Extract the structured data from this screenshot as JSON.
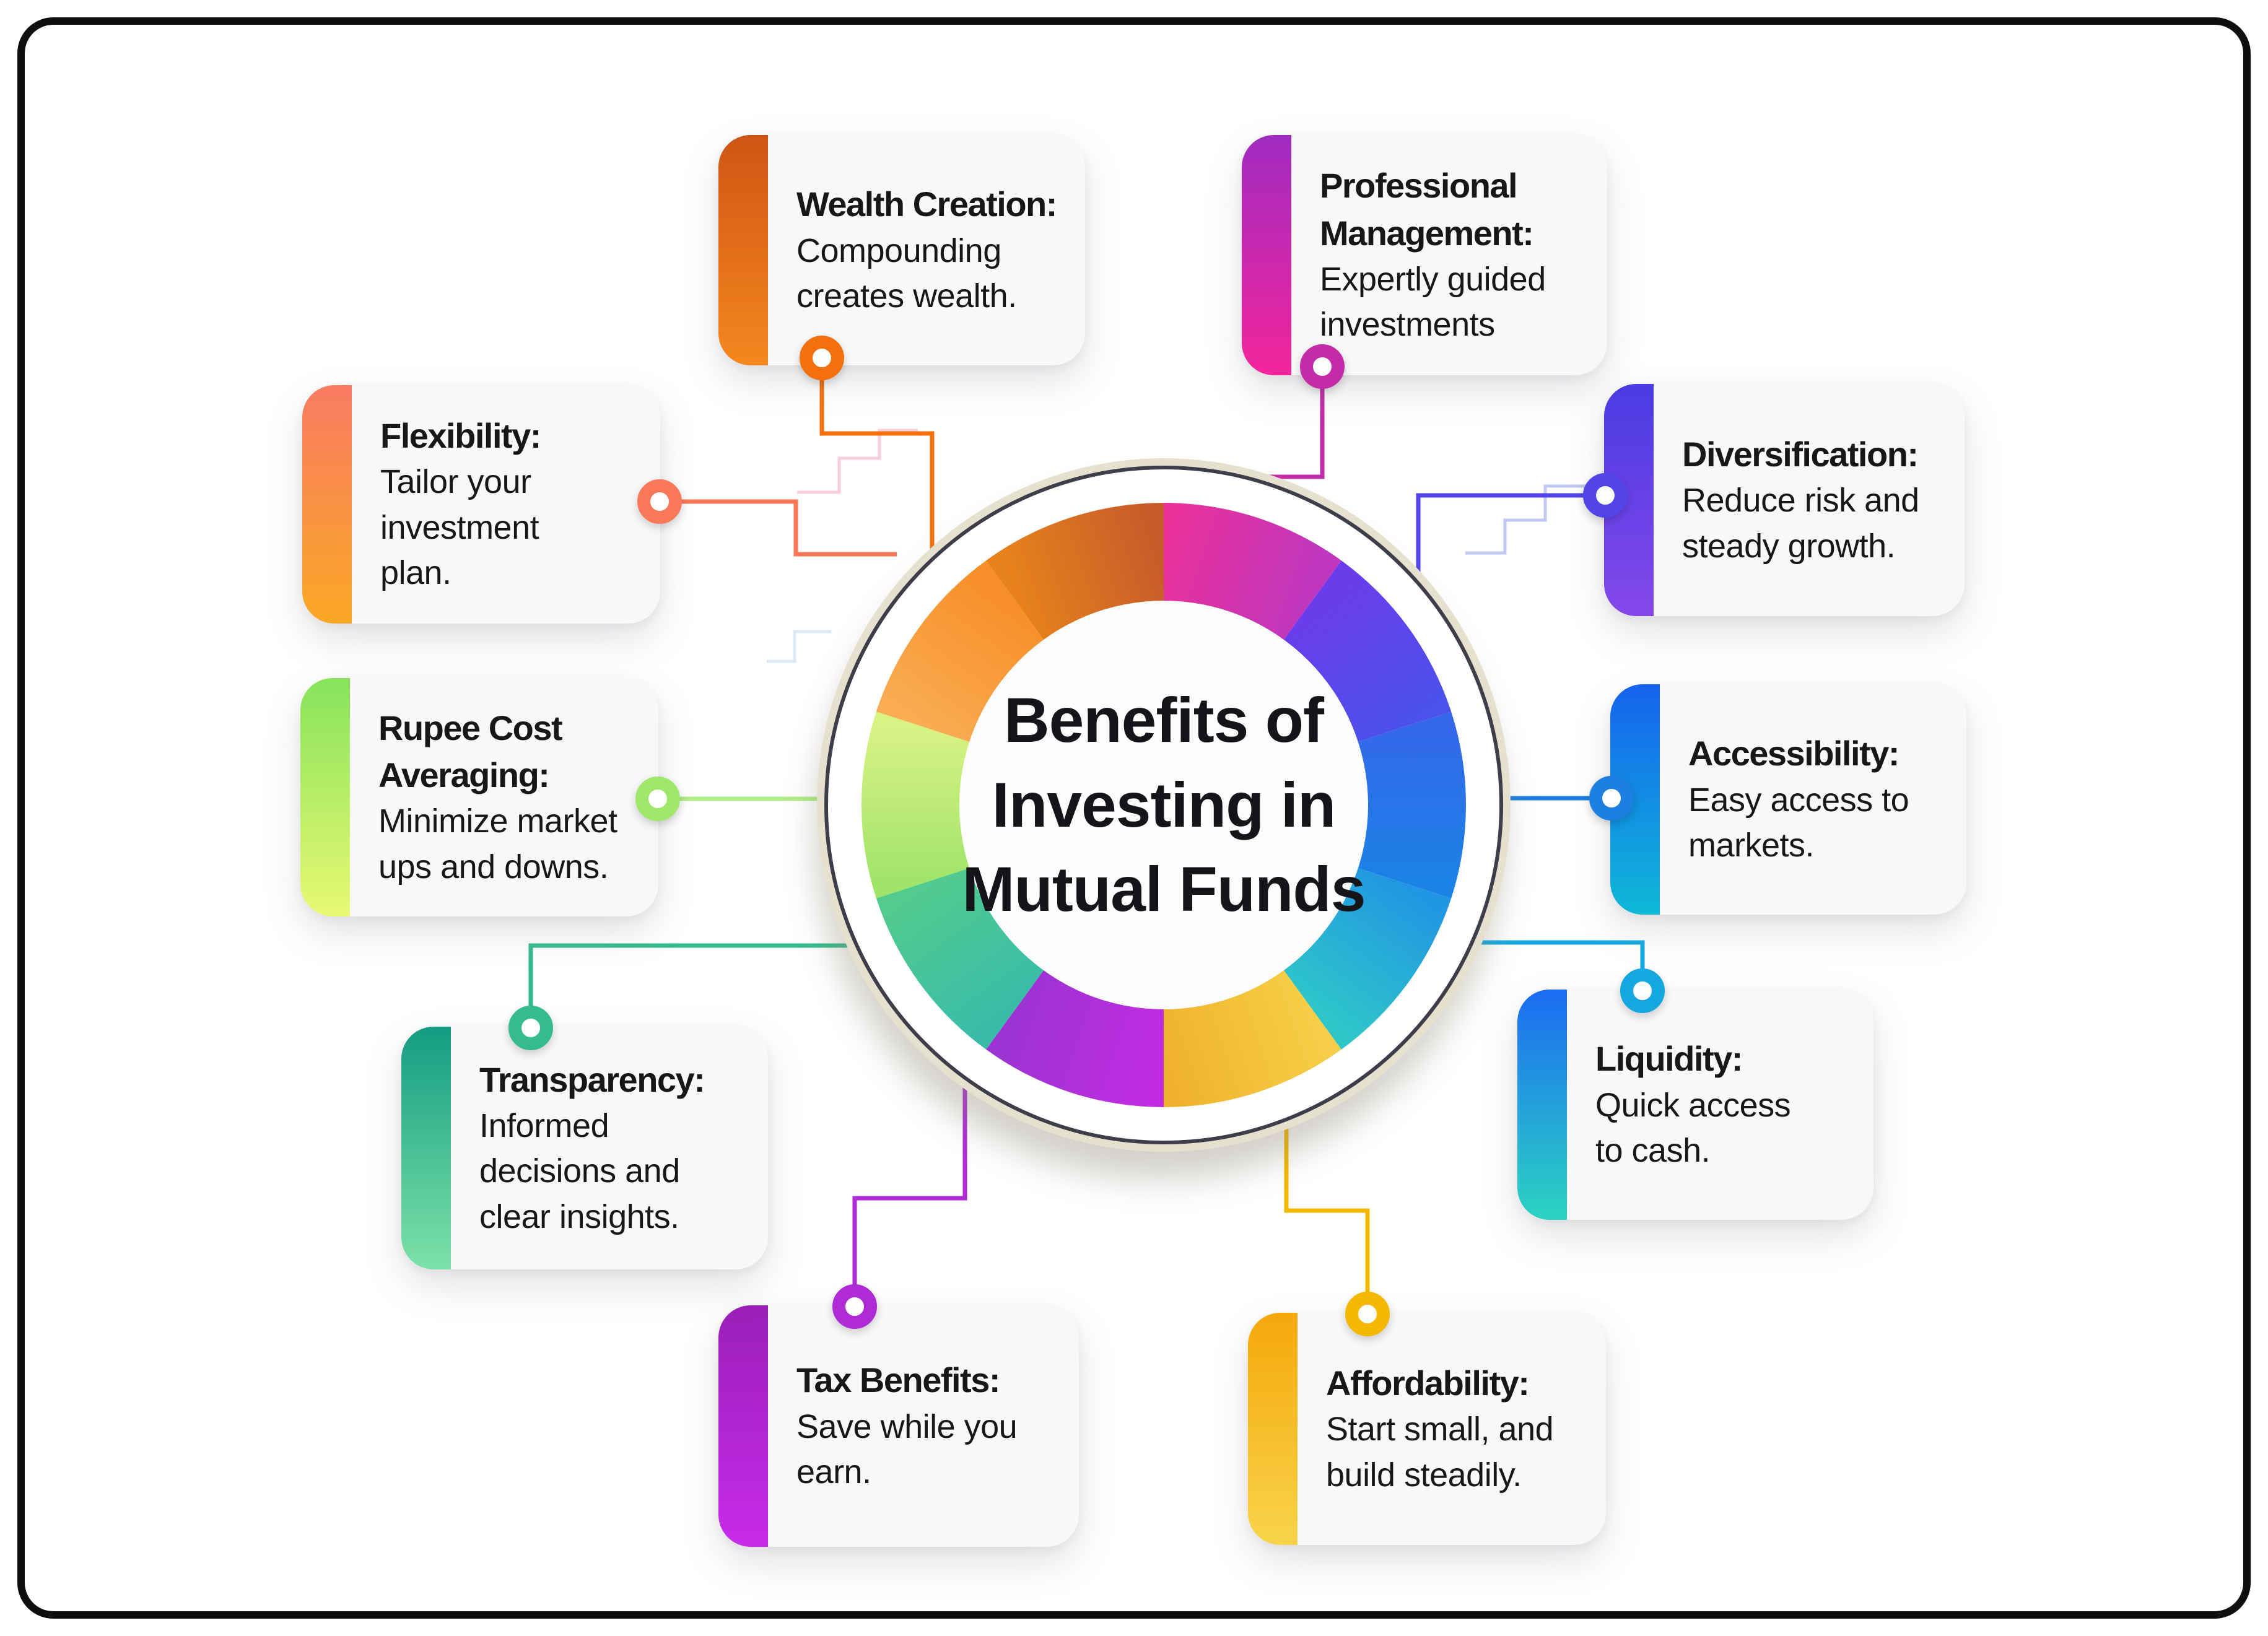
{
  "frame": {
    "border_color": "#0e0e0e"
  },
  "center": {
    "title": "Benefits of Investing in Mutual Funds",
    "lines": [
      "Benefits of",
      "Investing in",
      "Mutual Funds"
    ]
  },
  "cards": [
    {
      "id": "wealth-creation",
      "title": "Wealth Creation:",
      "body": "Compounding\ncreates wealth.",
      "bar_from": "#CE5514",
      "bar_to": "#F5871E",
      "accent": "#F3700C"
    },
    {
      "id": "professional-management",
      "title": "Professional\nManagement:",
      "body": "Expertly guided\ninvestments",
      "bar_from": "#A02BC0",
      "bar_to": "#F3259B",
      "accent": "#C42BA8"
    },
    {
      "id": "diversification",
      "title": "Diversification:",
      "body": "Reduce risk and\nsteady growth.",
      "bar_from": "#4A3BE4",
      "bar_to": "#8448E9",
      "accent": "#5244E8"
    },
    {
      "id": "accessibility",
      "title": "Accessibility:",
      "body": "Easy access to\nmarkets.",
      "bar_from": "#1563EE",
      "bar_to": "#0FB8D8",
      "accent": "#1D7FE0"
    },
    {
      "id": "liquidity",
      "title": "Liquidity:",
      "body": "Quick access\nto cash.",
      "bar_from": "#1B6BF2",
      "bar_to": "#2BD4C2",
      "accent": "#15A8E0"
    },
    {
      "id": "affordability",
      "title": "Affordability:",
      "body": "Start small, and\nbuild steadily.",
      "bar_from": "#F5A70B",
      "bar_to": "#F8D44A",
      "accent": "#F5B800"
    },
    {
      "id": "tax-benefits",
      "title": "Tax Benefits:",
      "body": "Save while you\nearn.",
      "bar_from": "#9A1FB8",
      "bar_to": "#C72BEA",
      "accent": "#AE2BD6"
    },
    {
      "id": "transparency",
      "title": "Transparency:",
      "body": "Informed\ndecisions and\nclear insights.",
      "bar_from": "#139C82",
      "bar_to": "#7CE2A8",
      "accent": "#35BC8D"
    },
    {
      "id": "rupee-cost-averaging",
      "title": "Rupee Cost\nAveraging:",
      "body": "Minimize market\nups and downs.",
      "bar_from": "#86E35B",
      "bar_to": "#E9F873",
      "accent": "#9FE86A"
    },
    {
      "id": "flexibility",
      "title": "Flexibility:",
      "body": "Tailor your\ninvestment\nplan.",
      "bar_from": "#F97B62",
      "bar_to": "#F9A825",
      "accent": "#F87858"
    }
  ],
  "donut": {
    "rim_color": "#FFFFFF",
    "outer_band_color": "#E6E1CF",
    "thin_ring_color": "#3E3E4A",
    "inner_disc_color": "#FCFCFD",
    "segments": [
      {
        "name": "professional-management",
        "from": "#E9309B",
        "to": "#BE37BE"
      },
      {
        "name": "diversification",
        "from": "#6B3CEC",
        "to": "#4B51EA"
      },
      {
        "name": "accessibility",
        "from": "#3468E9",
        "to": "#1B82E6"
      },
      {
        "name": "liquidity",
        "from": "#2196E2",
        "to": "#2EC6C9"
      },
      {
        "name": "affordability",
        "from": "#F6CE47",
        "to": "#F0B22C"
      },
      {
        "name": "tax-benefits",
        "from": "#C12CE2",
        "to": "#9C33D2"
      },
      {
        "name": "transparency",
        "from": "#38BCA8",
        "to": "#52CB8E"
      },
      {
        "name": "rupee-cost-averaging",
        "from": "#A0E468",
        "to": "#D8F284"
      },
      {
        "name": "flexibility",
        "from": "#F9AC52",
        "to": "#F78E28"
      },
      {
        "name": "wealth-creation",
        "from": "#E8821C",
        "to": "#C75A2A"
      }
    ]
  },
  "decor": {
    "colors": [
      "#F2A7BC",
      "#8E9BE8",
      "#BBD7F2",
      "#BFE8DC"
    ]
  }
}
